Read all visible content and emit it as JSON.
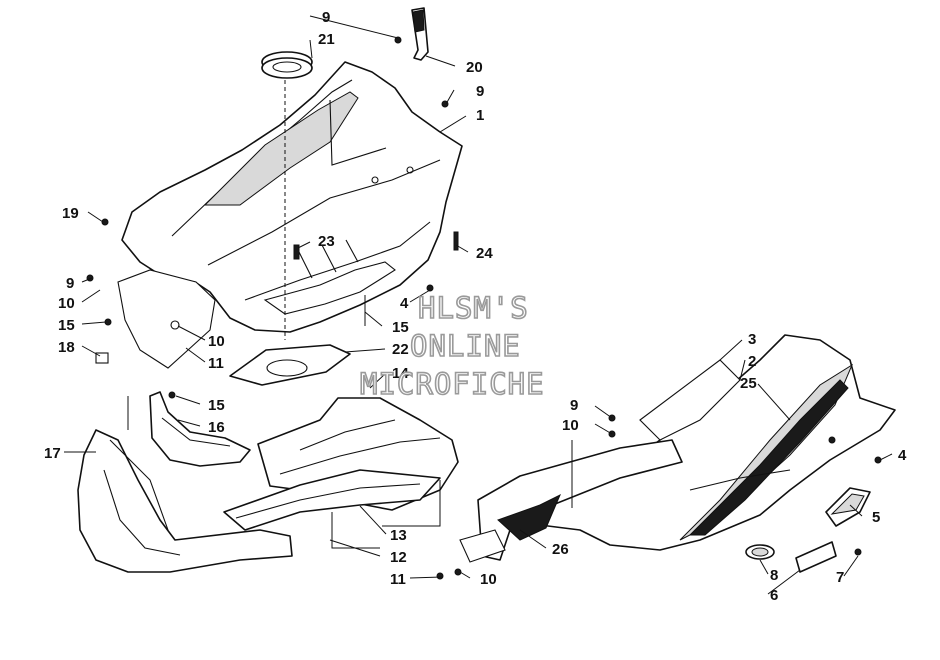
{
  "watermark": {
    "line1": "HLSM'S",
    "line2": "ONLINE",
    "line3": "MICROFICHE"
  },
  "callouts": [
    "9",
    "21",
    "20",
    "9",
    "1",
    "19",
    "23",
    "24",
    "9",
    "10",
    "15",
    "18",
    "10",
    "11",
    "4",
    "15",
    "22",
    "14",
    "15",
    "16",
    "17",
    "13",
    "12",
    "11",
    "10",
    "3",
    "2",
    "25",
    "9",
    "10",
    "4",
    "5",
    "26",
    "8",
    "6",
    "7"
  ],
  "colors": {
    "line": "#111111",
    "shade": "#d9d9d9",
    "watermark_stroke": "#9a9a9a"
  }
}
